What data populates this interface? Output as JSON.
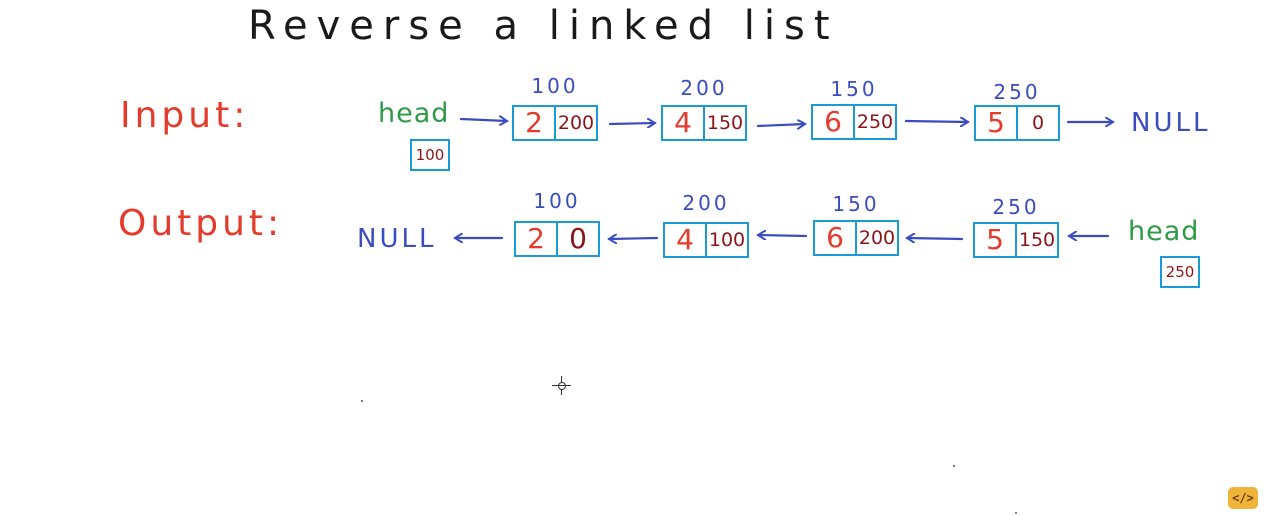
{
  "title": "Reverse a linked list",
  "colors": {
    "title": "#1a1a1a",
    "label": "#e53b2c",
    "head": "#2e9a48",
    "address": "#3a4cc0",
    "data": "#e53b2c",
    "next": "#8a1518",
    "box": "#1a9ad6",
    "arrow": "#3a4cc0"
  },
  "input": {
    "label": "Input:",
    "head_label": "head",
    "head_value": "100",
    "null_label": "NULL",
    "nodes": [
      {
        "address": "100",
        "data": "2",
        "next": "200"
      },
      {
        "address": "200",
        "data": "4",
        "next": "150"
      },
      {
        "address": "150",
        "data": "6",
        "next": "250"
      },
      {
        "address": "250",
        "data": "5",
        "next": "0"
      }
    ]
  },
  "output": {
    "label": "Output:",
    "head_label": "head",
    "head_value": "250",
    "null_label": "NULL",
    "nodes": [
      {
        "address": "100",
        "data": "2",
        "next": "0"
      },
      {
        "address": "200",
        "data": "4",
        "next": "100"
      },
      {
        "address": "150",
        "data": "6",
        "next": "200"
      },
      {
        "address": "250",
        "data": "5",
        "next": "150"
      }
    ]
  },
  "icons": {
    "cursor": "crosshair-cursor-icon",
    "watermark": "code-brackets-icon",
    "watermark_text": "</>"
  }
}
